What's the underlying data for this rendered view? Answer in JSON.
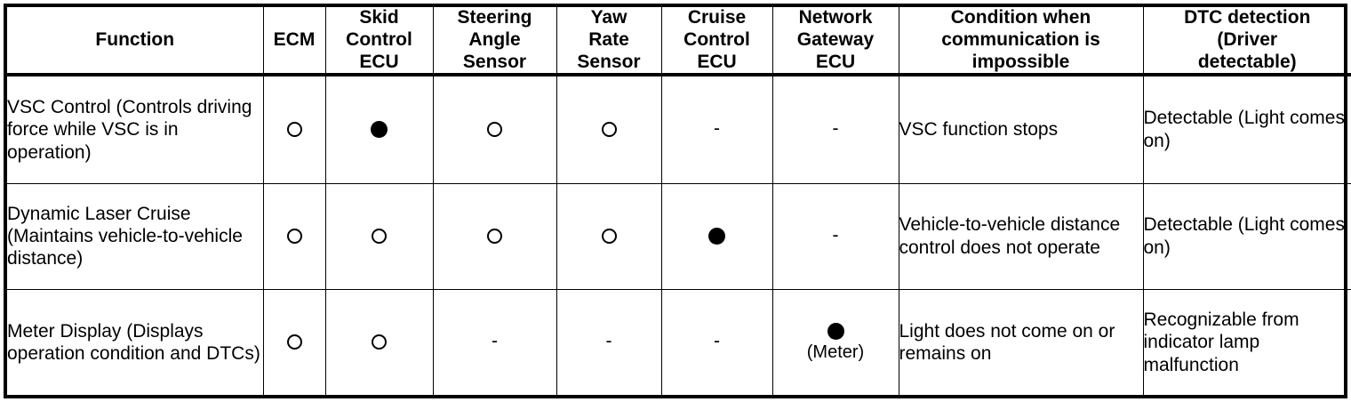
{
  "table": {
    "columns": [
      {
        "key": "function",
        "label": "Function"
      },
      {
        "key": "ecm",
        "label": "ECM"
      },
      {
        "key": "skid",
        "label": "Skid\nControl\nECU"
      },
      {
        "key": "steering",
        "label": "Steering\nAngle\nSensor"
      },
      {
        "key": "yaw",
        "label": "Yaw\nRate\nSensor"
      },
      {
        "key": "cruise",
        "label": "Cruise\nControl\nECU"
      },
      {
        "key": "gateway",
        "label": "Network\nGateway\nECU"
      },
      {
        "key": "condition",
        "label": "Condition when\ncommunication is\nimpossible"
      },
      {
        "key": "dtc",
        "label": "DTC detection\n(Driver\ndetectable)"
      }
    ],
    "column_labels": {
      "function": "Function",
      "ecm": "ECM",
      "skid_line1": "Skid",
      "skid_line2": "Control",
      "skid_line3": "ECU",
      "steering_line1": "Steering",
      "steering_line2": "Angle",
      "steering_line3": "Sensor",
      "yaw_line1": "Yaw",
      "yaw_line2": "Rate",
      "yaw_line3": "Sensor",
      "cruise_line1": "Cruise",
      "cruise_line2": "Control",
      "cruise_line3": "ECU",
      "gateway_line1": "Network",
      "gateway_line2": "Gateway",
      "gateway_line3": "ECU",
      "condition_line1": "Condition when",
      "condition_line2": "communication is",
      "condition_line3": "impossible",
      "dtc_line1": "DTC detection",
      "dtc_line2": "(Driver",
      "dtc_line3": "detectable)"
    },
    "marks": {
      "open_circle": "open-circle",
      "filled_circle": "filled-circle",
      "dash": "-"
    },
    "rows": [
      {
        "function": "VSC Control (Controls driving force while VSC is in operation)",
        "ecm": "open-circle",
        "skid": "filled-circle",
        "steering": "open-circle",
        "yaw": "open-circle",
        "cruise": "-",
        "gateway": "-",
        "gateway_note": "",
        "condition": "VSC function stops",
        "dtc": "Detectable (Light comes on)"
      },
      {
        "function": "Dynamic Laser Cruise (Maintains vehicle-to-vehicle distance)",
        "ecm": "open-circle",
        "skid": "open-circle",
        "steering": "open-circle",
        "yaw": "open-circle",
        "cruise": "filled-circle",
        "gateway": "-",
        "gateway_note": "",
        "condition": "Vehicle-to-vehicle distance control does not operate",
        "dtc": "Detectable (Light comes on)"
      },
      {
        "function": "Meter Display (Displays operation condition and DTCs)",
        "ecm": "open-circle",
        "skid": "open-circle",
        "steering": "-",
        "yaw": "-",
        "cruise": "-",
        "gateway": "filled-circle",
        "gateway_note": "(Meter)",
        "condition": "Light does not come on or remains on",
        "dtc": "Recognizable from indicator lamp malfunction"
      }
    ]
  },
  "colors": {
    "border": "#000000",
    "background": "#ffffff",
    "text": "#000000"
  }
}
